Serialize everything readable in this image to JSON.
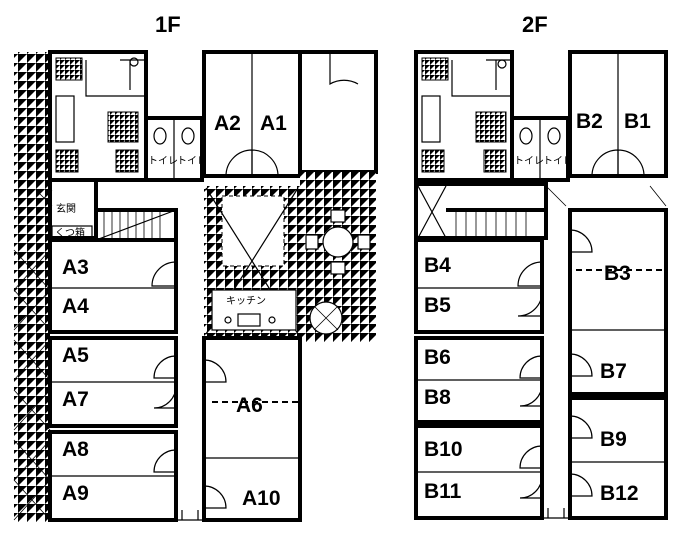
{
  "floors": [
    {
      "label": "1F",
      "rooms": {
        "A1": "A1",
        "A2": "A2",
        "A3": "A3",
        "A4": "A4",
        "A5": "A5",
        "A6": "A6",
        "A7": "A7",
        "A8": "A8",
        "A9": "A9",
        "A10": "A10"
      },
      "labels": {
        "toilet": "トイレ",
        "kitchen": "キッチン",
        "entrance": "玄関",
        "shoe_box": "くつ箱"
      }
    },
    {
      "label": "2F",
      "rooms": {
        "B1": "B1",
        "B2": "B2",
        "B3": "B3",
        "B4": "B4",
        "B5": "B5",
        "B6": "B6",
        "B7": "B7",
        "B8": "B8",
        "B9": "B9",
        "B10": "B10",
        "B11": "B11",
        "B12": "B12"
      },
      "labels": {
        "toilet": "トイレ"
      }
    }
  ]
}
